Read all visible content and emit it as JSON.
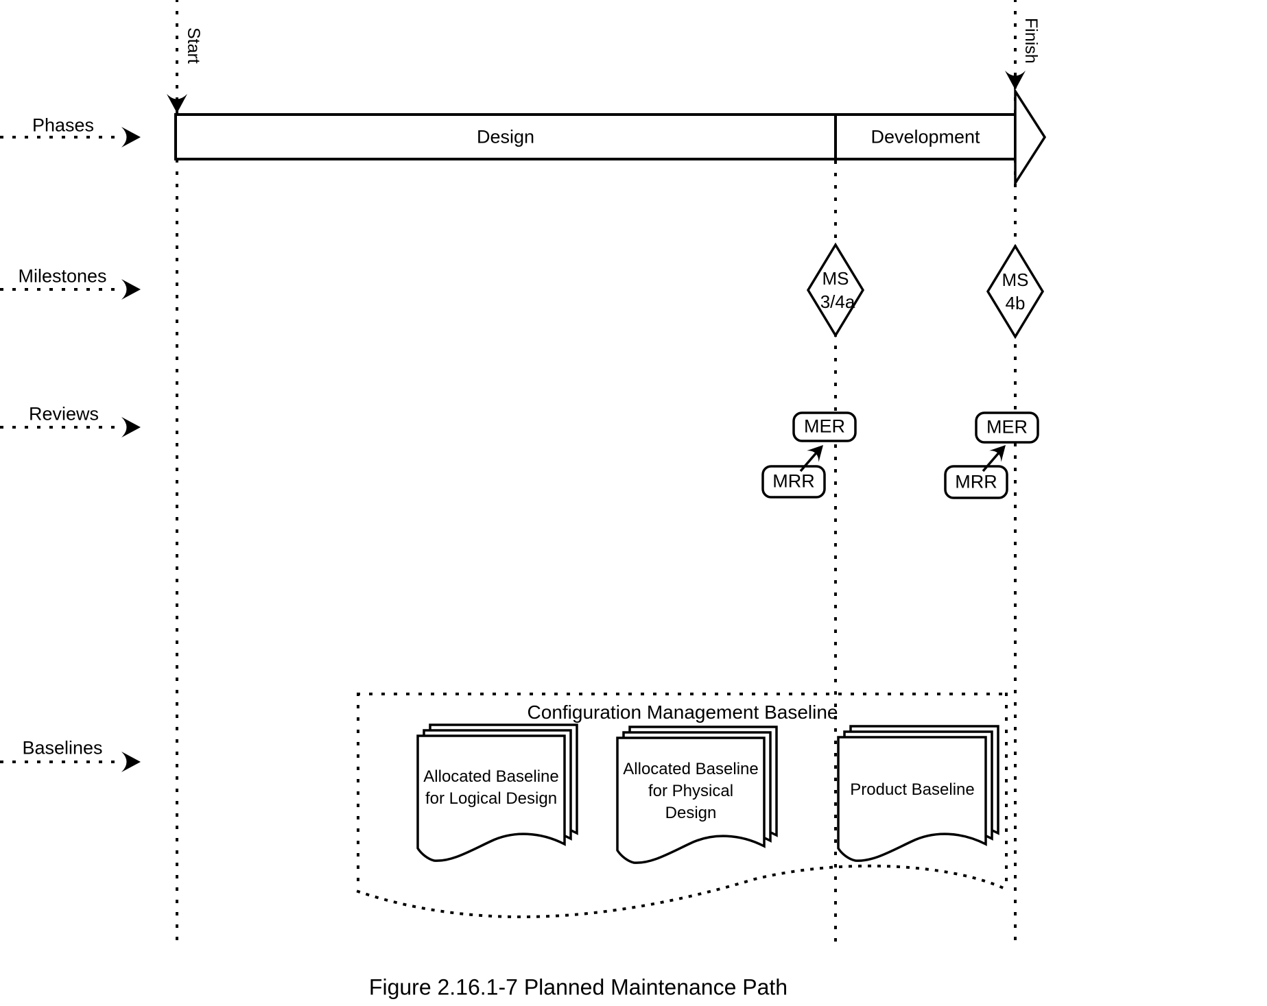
{
  "colors": {
    "ink": "#000000",
    "background": "#ffffff"
  },
  "caption": "Figure 2.16.1-7 Planned Maintenance Path",
  "timeline": {
    "start": "Start",
    "finish": "Finish"
  },
  "row_labels": {
    "phases": "Phases",
    "milestones": "Milestones",
    "reviews": "Reviews",
    "baselines": "Baselines"
  },
  "phases": [
    {
      "label": "Design"
    },
    {
      "label": "Development"
    }
  ],
  "milestones": [
    {
      "line1": "MS",
      "line2": "3/4a"
    },
    {
      "line1": "MS",
      "line2": "4b"
    }
  ],
  "reviews": [
    {
      "mer": "MER",
      "mrr": "MRR"
    },
    {
      "mer": "MER",
      "mrr": "MRR"
    }
  ],
  "baselines": {
    "container_label": "Configuration Management Baseline",
    "documents": [
      {
        "lines": [
          "Allocated Baseline",
          "for Logical Design"
        ]
      },
      {
        "lines": [
          "Allocated Baseline",
          "for Physical",
          "Design"
        ]
      },
      {
        "lines": [
          "Product Baseline"
        ]
      }
    ]
  }
}
